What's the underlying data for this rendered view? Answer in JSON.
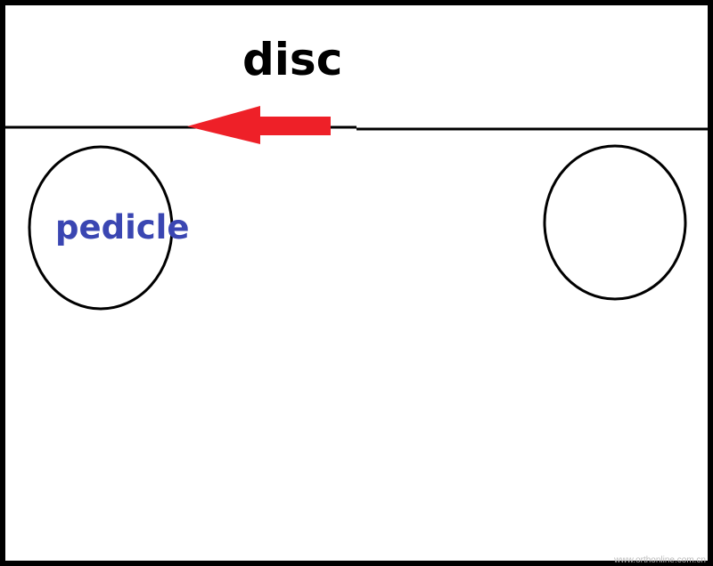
{
  "labels": {
    "disc": "disc",
    "pedicle": "pedicle"
  },
  "watermark": "www.orthonline.com.cn",
  "colors": {
    "arrow": "#ee2028",
    "pedicle_text": "#3a46b2",
    "lines": "#000000"
  },
  "icons": {
    "arrow": "left-arrow"
  }
}
